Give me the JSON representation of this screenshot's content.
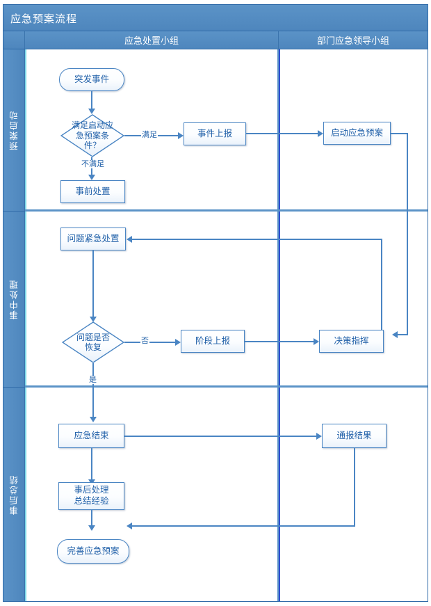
{
  "diagram": {
    "title": "应急预案流程",
    "columns": [
      {
        "id": "corner",
        "label": ""
      },
      {
        "id": "team",
        "label": "应急处置小组"
      },
      {
        "id": "leaders",
        "label": "部门应急领导小组"
      }
    ],
    "lanes": [
      {
        "id": "lane-startup",
        "label": "预案启动"
      },
      {
        "id": "lane-during",
        "label": "事中处理"
      },
      {
        "id": "lane-after",
        "label": "事后总结"
      }
    ],
    "nodes": [
      {
        "id": "n-incident",
        "label": "突发事件",
        "shape": "terminator",
        "lane": "lane-startup",
        "column": "team"
      },
      {
        "id": "n-condition",
        "label": "满足启动应\n急预案条\n件？",
        "shape": "decision",
        "lane": "lane-startup",
        "column": "team"
      },
      {
        "id": "n-pre",
        "label": "事前处置",
        "shape": "process",
        "lane": "lane-startup",
        "column": "team"
      },
      {
        "id": "n-report",
        "label": "事件上报",
        "shape": "process",
        "lane": "lane-startup",
        "column": "team"
      },
      {
        "id": "n-activate",
        "label": "启动应急预案",
        "shape": "process",
        "lane": "lane-startup",
        "column": "leaders"
      },
      {
        "id": "n-urgent",
        "label": "问题紧急处置",
        "shape": "process",
        "lane": "lane-during",
        "column": "team"
      },
      {
        "id": "n-recovered",
        "label": "问题是否\n恢复",
        "shape": "decision",
        "lane": "lane-during",
        "column": "team"
      },
      {
        "id": "n-stage",
        "label": "阶段上报",
        "shape": "process",
        "lane": "lane-during",
        "column": "team"
      },
      {
        "id": "n-command",
        "label": "决策指挥",
        "shape": "process",
        "lane": "lane-during",
        "column": "leaders"
      },
      {
        "id": "n-end",
        "label": "应急结束",
        "shape": "process",
        "lane": "lane-after",
        "column": "team"
      },
      {
        "id": "n-summary",
        "label": "事后处理\n总结经验",
        "shape": "process",
        "lane": "lane-after",
        "column": "team"
      },
      {
        "id": "n-improve",
        "label": "完善应急预案",
        "shape": "terminator",
        "lane": "lane-after",
        "column": "team"
      },
      {
        "id": "n-notify",
        "label": "通报结果",
        "shape": "process",
        "lane": "lane-after",
        "column": "leaders"
      }
    ],
    "edge_labels": [
      {
        "id": "e-satisfy",
        "label": "满足",
        "from": "n-condition",
        "to": "n-report"
      },
      {
        "id": "e-not-satisfy",
        "label": "不满足",
        "from": "n-condition",
        "to": "n-pre"
      },
      {
        "id": "e-no",
        "label": "否",
        "from": "n-recovered",
        "to": "n-stage"
      },
      {
        "id": "e-yes",
        "label": "是",
        "from": "n-recovered",
        "to": "n-end"
      }
    ],
    "colors": {
      "header_blue": "#4e86bd",
      "header_blue_light": "#5b93c7",
      "node_border": "#4a85c3",
      "node_text": "#1f5fa8",
      "connector": "#4a85c3",
      "lane_accent": "#7fd8e8",
      "divider": "#2f4fd0"
    }
  }
}
